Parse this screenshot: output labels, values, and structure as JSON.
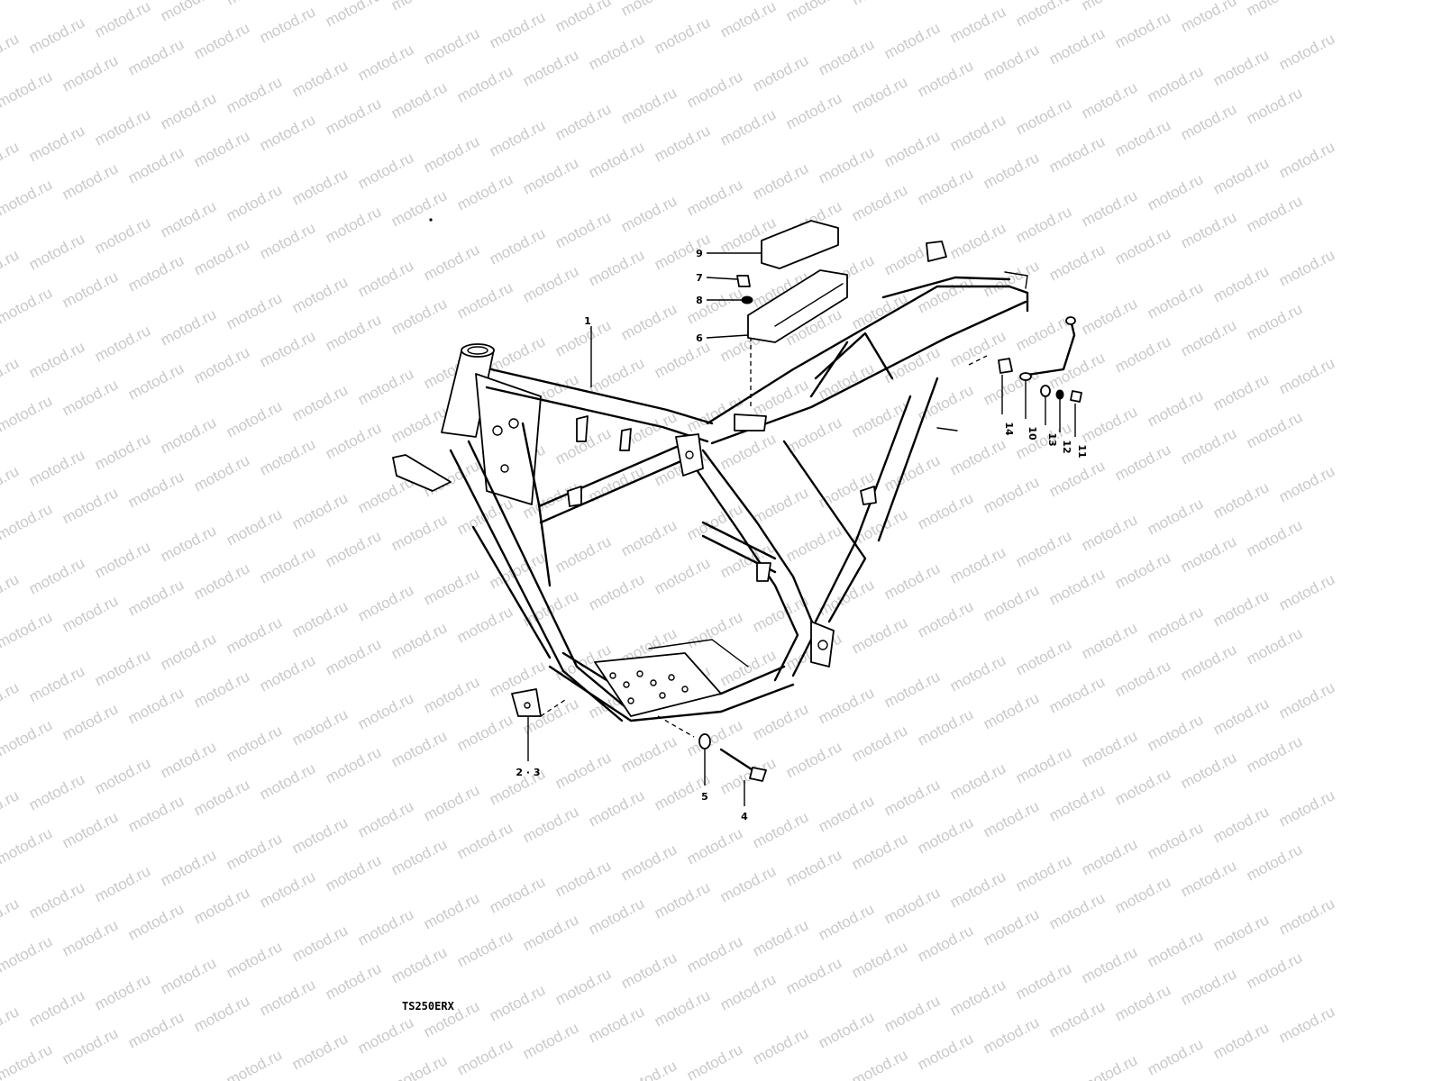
{
  "watermark": {
    "text": "motod.ru"
  },
  "model_code": "TS250ERX",
  "callouts": {
    "c1": "1",
    "c23": "2 · 3",
    "c4": "4",
    "c5": "5",
    "c6": "6",
    "c7": "7",
    "c8": "8",
    "c9": "9",
    "c10": "10",
    "c11": "11",
    "c12": "12",
    "c13": "13",
    "c14": "14"
  }
}
